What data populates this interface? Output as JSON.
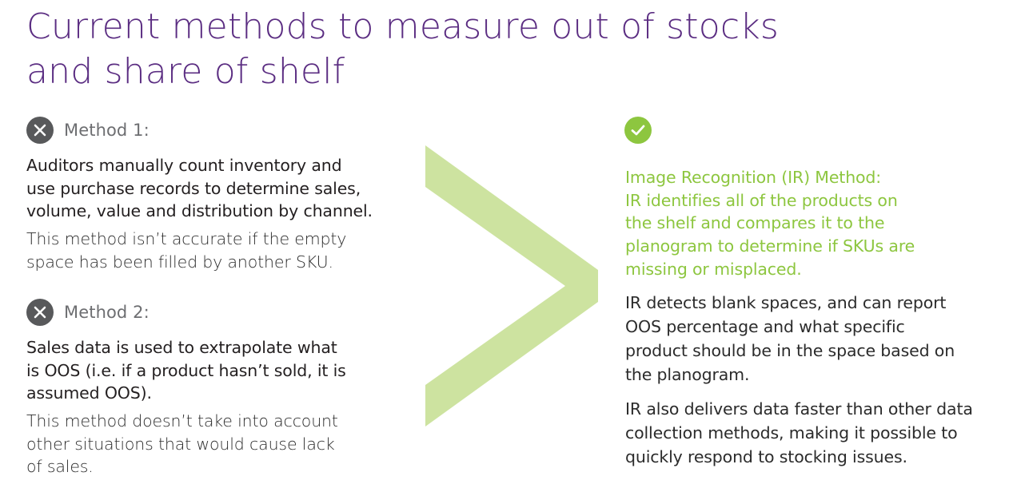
{
  "page": {
    "title_lines": [
      "Current methods to measure out of stocks",
      "and share of shelf"
    ]
  },
  "colors": {
    "title": "#5b2d82",
    "method_label": "#6d6e71",
    "x_icon_bg": "#58595b",
    "check_icon_bg": "#8dc63f",
    "ir_heading": "#8dc63f",
    "chevron": "#cde3a0",
    "body_dark": "#231f20",
    "body_light": "#2b2b2b"
  },
  "left_column": {
    "method1": {
      "icon": "x-icon",
      "label": "Method 1:",
      "primary_lines": [
        "Auditors manually count inventory and",
        "use purchase records to determine sales,",
        "volume, value and distribution by channel."
      ],
      "secondary_lines": [
        "This method isn’t accurate if the empty",
        "space has been filled by another SKU."
      ]
    },
    "method2": {
      "icon": "x-icon",
      "label": "Method 2:",
      "primary_lines": [
        "Sales data is used to extrapolate what",
        "is OOS (i.e. if a product hasn’t sold, it is",
        "assumed OOS)."
      ],
      "secondary_lines": [
        "This method doesn’t take into account",
        "other situations that would cause lack",
        "of sales."
      ]
    }
  },
  "divider": {
    "icon": "chevron-right-icon"
  },
  "right_column": {
    "icon": "check-icon",
    "heading_lines": [
      "Image Recognition (IR) Method:",
      "IR identifies all of the products on",
      "the shelf and compares it to the",
      "planogram to determine if SKUs are",
      "missing or misplaced."
    ],
    "paragraph1_lines": [
      "IR detects blank spaces, and can report",
      "OOS percentage and what specific",
      "product should be in the space based on",
      "the planogram."
    ],
    "paragraph2_lines": [
      "IR also delivers data faster than other data",
      "collection methods, making it possible to",
      "quickly respond to stocking issues."
    ]
  }
}
